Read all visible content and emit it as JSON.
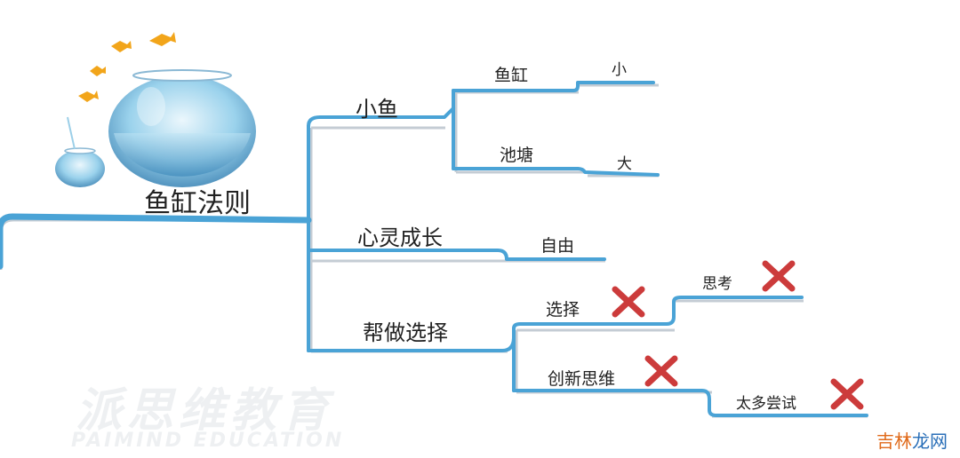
{
  "root": {
    "label": "鱼缸法则"
  },
  "branches": [
    {
      "label": "小鱼",
      "children": [
        {
          "label": "鱼缸",
          "children": [
            {
              "label": "小"
            }
          ]
        },
        {
          "label": "池塘",
          "children": [
            {
              "label": "大"
            }
          ]
        }
      ]
    },
    {
      "label": "心灵成长",
      "children": [
        {
          "label": "自由"
        }
      ]
    },
    {
      "label": "帮做选择",
      "children": [
        {
          "label": "选择",
          "marked_wrong": true,
          "children": [
            {
              "label": "思考",
              "marked_wrong": true
            }
          ]
        },
        {
          "label": "创新思维",
          "marked_wrong": true,
          "children": [
            {
              "label": "太多尝试",
              "marked_wrong": true
            }
          ]
        }
      ]
    }
  ],
  "watermark": {
    "line1": "派思维教育",
    "line2": "PAIMIND EDUCATION"
  },
  "brand": {
    "part1": "吉林",
    "part2": "龙网"
  },
  "colors": {
    "branch_line": "#4aa3d6",
    "line_shadow": "#c4ccd4",
    "cross": "#cc3b3b",
    "fish": "#f2a51a",
    "bowl": "#8fcdea"
  }
}
